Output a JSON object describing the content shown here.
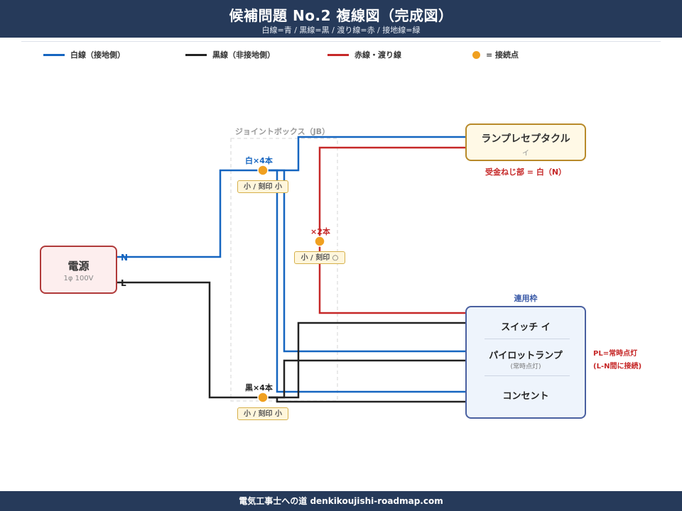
{
  "header": {
    "title": "候補問題 No.2  複線図（完成図）",
    "subtitle": "白線=青 / 黒線=黒 / 渡り線=赤 / 接地線=緑"
  },
  "legend": [
    {
      "label": "白線（接地側）",
      "color": "#1565c0"
    },
    {
      "label": "黒線（非接地側）",
      "color": "#222222"
    },
    {
      "label": "赤線・渡り線",
      "color": "#c62828"
    },
    {
      "label": "= 接続点",
      "color": "#f0a020"
    }
  ],
  "power": {
    "title": "電源",
    "spec": "1φ 100V",
    "n_label": "N",
    "l_label": "L"
  },
  "jb": {
    "label": "ジョイントボックス（JB）"
  },
  "joints": {
    "white": {
      "count": "白×4本",
      "sleeve": "小 / 刻印 小"
    },
    "red": {
      "count": "×2本",
      "sleeve": "小 / 刻印 ○"
    },
    "black": {
      "count": "黒×4本",
      "sleeve": "小 / 刻印 小"
    }
  },
  "lamp": {
    "title": "ランプレセプタクル",
    "sub": "イ",
    "note": "受金ねじ部 = 白（N）"
  },
  "unit": {
    "label": "連用枠",
    "items": [
      {
        "name": "スイッチ イ",
        "sub": ""
      },
      {
        "name": "パイロットランプ",
        "sub": "(常時点灯)"
      },
      {
        "name": "コンセント",
        "sub": ""
      }
    ],
    "note_line1": "PL=常時点灯",
    "note_line2": "(L-N間に接続)"
  },
  "colors": {
    "white_wire": "#1565c0",
    "black_wire": "#222222",
    "red_wire": "#c62828",
    "joint": "#f0a020"
  },
  "footer": {
    "text": "電気工事士への道 denkikoujishi-roadmap.com"
  }
}
